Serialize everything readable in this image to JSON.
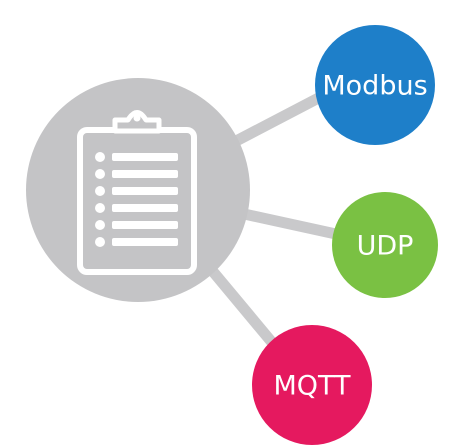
{
  "hub": {
    "icon": "clipboard-list-icon",
    "color": "#c4c4c6"
  },
  "connector_color": "#c9c9cb",
  "protocols": [
    {
      "label": "Modbus",
      "color": "#1e7fc9"
    },
    {
      "label": "UDP",
      "color": "#7ac143"
    },
    {
      "label": "MQTT",
      "color": "#e5195f"
    }
  ]
}
